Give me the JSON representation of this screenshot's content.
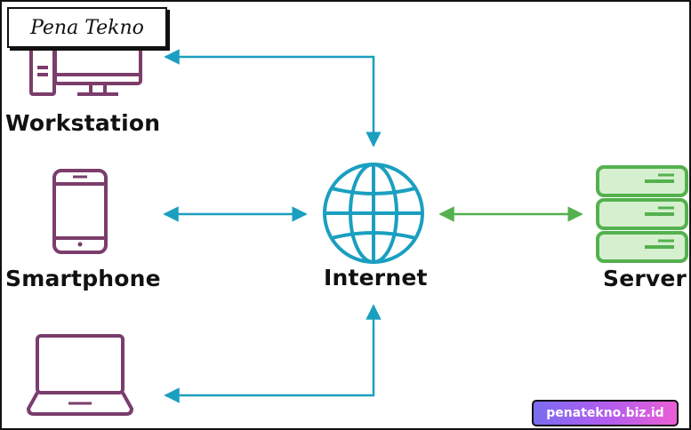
{
  "brand": {
    "logo": "Pena Tekno",
    "watermark": "penatekno.biz.id"
  },
  "nodes": {
    "workstation": {
      "label": "Workstation",
      "icon": "desktop-computer-icon"
    },
    "smartphone": {
      "label": "Smartphone",
      "icon": "smartphone-icon"
    },
    "laptop": {
      "label": "",
      "icon": "laptop-icon"
    },
    "internet": {
      "label": "Internet",
      "icon": "globe-icon"
    },
    "server": {
      "label": "Server",
      "icon": "server-icon"
    }
  },
  "connections": [
    {
      "from": "internet",
      "to": "workstation",
      "color": "#1a9fc0"
    },
    {
      "from": "internet",
      "to": "smartphone",
      "color": "#1a9fc0",
      "bidirectional": true
    },
    {
      "from": "laptop",
      "to": "internet",
      "color": "#1a9fc0"
    },
    {
      "from": "internet",
      "to": "server",
      "color": "#54b14e",
      "bidirectional": true
    }
  ],
  "colors": {
    "device": "#7b3d6b",
    "network": "#1a9fc0",
    "server": "#54b14e",
    "server_fill": "#d6f0cf"
  }
}
